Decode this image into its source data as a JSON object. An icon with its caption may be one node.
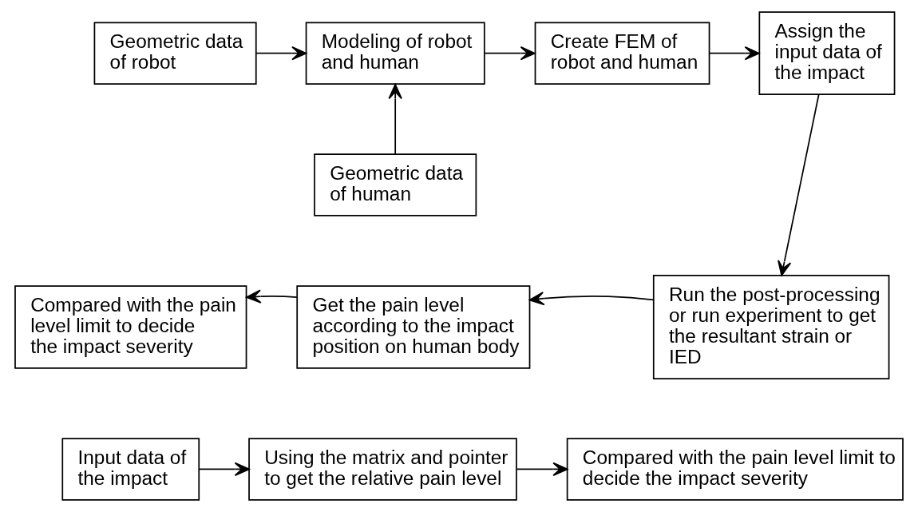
{
  "diagram": {
    "nodes": [
      {
        "text": [
          "Geometric data of robot"
        ]
      },
      {
        "text": [
          "Geometric data of human"
        ]
      },
      {
        "text": [
          "Modeling of robot and human"
        ]
      },
      {
        "text": [
          "Create FEM of robot and human"
        ]
      },
      {
        "text": [
          "Assign the input data of the impact"
        ]
      },
      {
        "text": [
          "Compared with the pain level limit to decide the impact severity"
        ]
      },
      {
        "text": [
          "Get the pain level according to the impact position on human body"
        ]
      },
      {
        "text": [
          "Run the post-processing or run experiment to get the resultant strain or IED"
        ]
      },
      {
        "text": [
          "Input data of the impact"
        ]
      },
      {
        "text": [
          "Using the matrix and pointer to get the relative pain level"
        ]
      },
      {
        "text": [
          "Compared with the pain level limit to decide the impact severity"
        ]
      }
    ],
    "edges": [
      {
        "from": 0,
        "to": 2,
        "arrow": "to"
      },
      {
        "from": 1,
        "to": 2,
        "arrow": "to"
      },
      {
        "from": 2,
        "to": 3,
        "arrow": "to"
      },
      {
        "from": 3,
        "to": 4,
        "arrow": "to"
      },
      {
        "from": 4,
        "to": 7,
        "arrow": "to"
      },
      {
        "from": 7,
        "to": 6,
        "arrow": "to"
      },
      {
        "from": 6,
        "to": 5,
        "arrow": "to"
      },
      {
        "from": 8,
        "to": 9,
        "arrow": "to"
      },
      {
        "from": 9,
        "to": 10,
        "arrow": "to"
      }
    ]
  }
}
